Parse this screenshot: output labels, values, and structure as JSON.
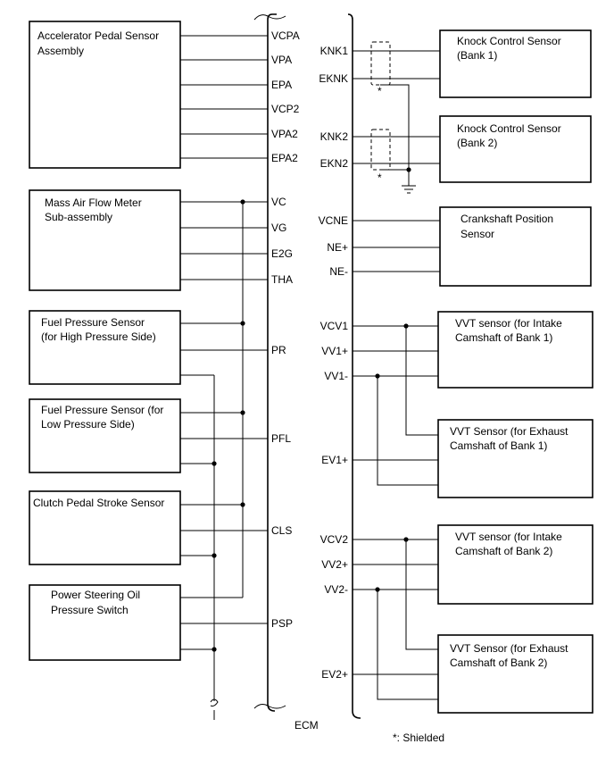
{
  "components": {
    "accel": [
      "Accelerator Pedal Sensor",
      "Assembly"
    ],
    "maf": [
      "Mass Air Flow Meter",
      "Sub-assembly"
    ],
    "fuel_high": [
      "Fuel Pressure Sensor",
      "(for High Pressure Side)"
    ],
    "fuel_low": [
      "Fuel Pressure Sensor (for",
      "Low Pressure Side)"
    ],
    "clutch": [
      "Clutch Pedal Stroke Sensor"
    ],
    "power_steering": [
      "Power Steering Oil",
      "Pressure Switch"
    ],
    "knock1": [
      "Knock Control Sensor",
      "(Bank 1)"
    ],
    "knock2": [
      "Knock Control Sensor",
      "(Bank 2)"
    ],
    "crank": [
      "Crankshaft Position",
      "Sensor"
    ],
    "vvt_intake1": [
      "VVT sensor (for Intake",
      "Camshaft of Bank 1)"
    ],
    "vvt_exhaust1": [
      "VVT Sensor (for Exhaust",
      "Camshaft of Bank 1)"
    ],
    "vvt_intake2": [
      "VVT sensor (for Intake",
      "Camshaft of Bank 2)"
    ],
    "vvt_exhaust2": [
      "VVT Sensor (for Exhaust",
      "Camshaft of Bank 2)"
    ]
  },
  "left_pins": [
    "VCPA",
    "VPA",
    "EPA",
    "VCP2",
    "VPA2",
    "EPA2",
    "VC",
    "VG",
    "E2G",
    "THA",
    "PR",
    "PFL",
    "CLS",
    "PSP"
  ],
  "right_pins": [
    "KNK1",
    "EKNK",
    "KNK2",
    "EKN2",
    "VCNE",
    "NE+",
    "NE-",
    "VCV1",
    "VV1+",
    "VV1-",
    "EV1+",
    "VCV2",
    "VV2+",
    "VV2-",
    "EV2+"
  ],
  "ecm_label": "ECM",
  "shield_marks": [
    "*",
    "*"
  ],
  "footnote": "*: Shielded"
}
